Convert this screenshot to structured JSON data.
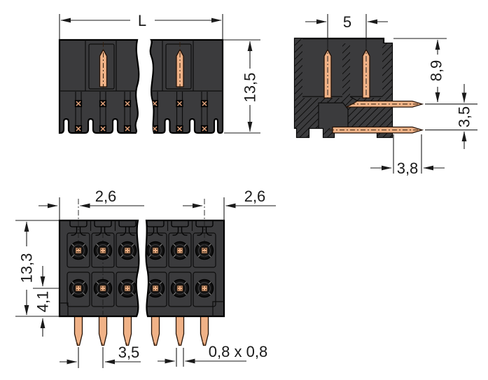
{
  "document": {
    "type": "connector-technical-drawing",
    "background": "#ffffff"
  },
  "colors": {
    "housing": "#3b3b3d",
    "outline": "#000000",
    "copper_pin": "#f0b287",
    "contact_dark": "#121212",
    "dimension": "#1a1a1a"
  },
  "views": {
    "front": {
      "dims": {
        "length": "L",
        "height": "13,5"
      }
    },
    "side": {
      "dims": {
        "pin_spacing": "5",
        "body_height": "8,9",
        "row_spacing": "3,5",
        "pin_protrusion": "3,8"
      }
    },
    "bottom": {
      "dims": {
        "left_edge_to_pin": "2,6",
        "pin_to_right_edge": "2,6",
        "body_height": "13,3",
        "row_to_edge": "4,1",
        "pin_pitch": "3,5",
        "pin_cross_section": "0,8 x 0,8"
      }
    }
  }
}
